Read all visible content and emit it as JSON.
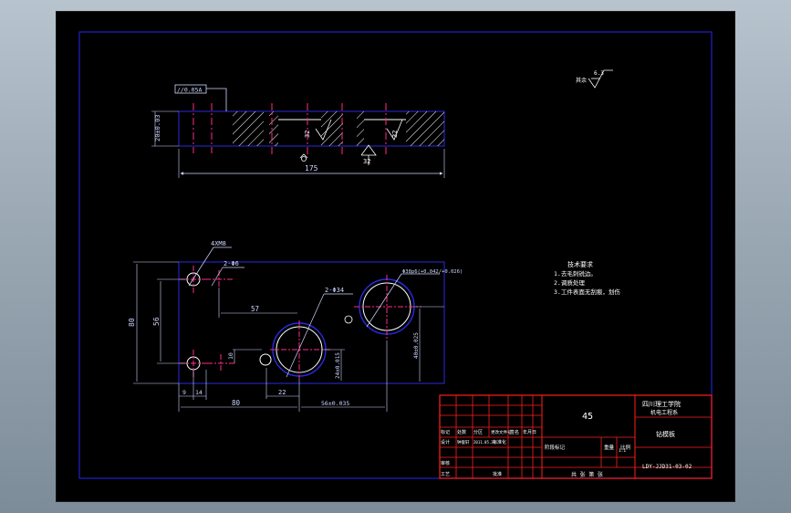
{
  "colors": {
    "frame": "#2020d0",
    "geometry": "#ffffff",
    "dimension": "#cfd6ff",
    "centerline": "#ff2a8a",
    "hatch": "#ffffff",
    "title_block_grid": "#ff1e1e",
    "title_text": "#ffffff"
  },
  "top_view": {
    "tolerance_frame": "//0.05A",
    "height_dim": "20±0.03",
    "length_dim": "175",
    "roughness_a": "32",
    "roughness_b": "32",
    "roughness_c": "32"
  },
  "general_roughness": {
    "label": "其余",
    "value": "6.3"
  },
  "plan_view": {
    "holes_4x": "4XM8",
    "holes_2x_small": "2-Φ6",
    "holes_2x_large": "2-Φ34",
    "pin_hole": "Φ38p6(+0.042/+0.026)",
    "dim_80_vertical": "80",
    "dim_56_vertical": "56",
    "dim_57": "57",
    "dim_10": "10",
    "dim_24": "24±0.015",
    "dim_22": "22",
    "dim_9": "9",
    "dim_14": "14",
    "dim_80_horizontal": "80",
    "dim_56_horizontal": "56±0.035",
    "dim_40": "40±0.025"
  },
  "technical_requirements": {
    "title": "技术要求",
    "items": [
      "1.去毛刺锐边。",
      "2.调质处理",
      "3.工件表面无刮痕，划伤"
    ]
  },
  "title_block": {
    "material": "45",
    "school": "四川理工学院",
    "department": "机电工程系",
    "part_name": "钻模板",
    "drawing_no": "LDY-JJD31-03-02",
    "scale": "1:1",
    "label_stage_mark": "阶段标记",
    "label_weight": "重量",
    "label_scale": "比例",
    "label_sheets": "共 张 第 张",
    "label_revision_headers": [
      "标记",
      "处数",
      "分区",
      "更改文件号",
      "签名",
      "年月日"
    ],
    "label_design": "设计",
    "label_designer": "钟俊轩",
    "label_date": "2011.05.20",
    "label_standard": "标准化",
    "label_review": "审核",
    "label_process": "工艺",
    "label_approve": "批准"
  }
}
